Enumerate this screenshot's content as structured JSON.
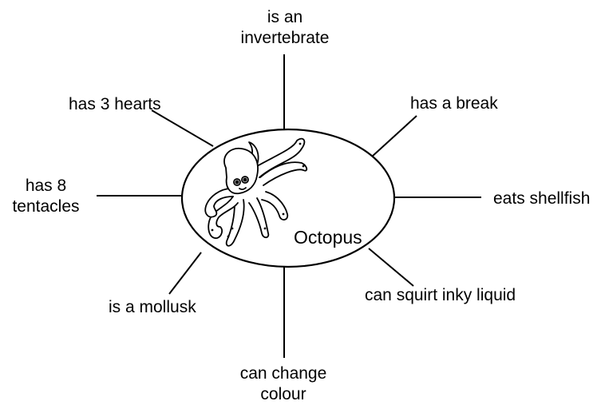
{
  "center_label": "Octopus",
  "facts": {
    "top": [
      "is an",
      "invertebrate"
    ],
    "top_right": "has a break",
    "right": "eats shellfish",
    "bottom_right": "can squirt inky liquid",
    "bottom": [
      "can change",
      "colour"
    ],
    "bottom_left": "is a mollusk",
    "left": [
      "has 8",
      "tentacles"
    ],
    "top_left": "has 3 hearts"
  },
  "colors": {
    "line": "#000000",
    "background": "#ffffff"
  },
  "icons": [
    "octopus-drawing"
  ]
}
